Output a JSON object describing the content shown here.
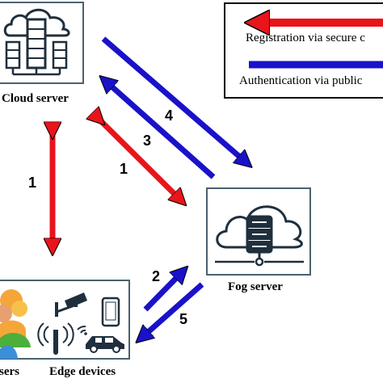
{
  "nodes": {
    "cloud": {
      "label": "Cloud server"
    },
    "fog": {
      "label": "Fog server"
    },
    "users": {
      "label": "sers"
    },
    "edge": {
      "label": "Edge devices"
    }
  },
  "legend": {
    "registration": {
      "label": "Registration via secure c",
      "color": "#e8151b"
    },
    "authentication": {
      "label": "Authentication via public",
      "color": "#1a12c9"
    }
  },
  "arrows": {
    "cloud_users": "1",
    "cloud_fog_reg": "1",
    "fog_cloud_auth": "3",
    "cloud_fog_auth": "4",
    "edge_fog_auth": "2",
    "fog_edge_auth": "5"
  },
  "colors": {
    "registration": "#e8151b",
    "authentication": "#1a12c9",
    "box_border": "#4a6170",
    "icon_dark": "#1f2f3d"
  }
}
